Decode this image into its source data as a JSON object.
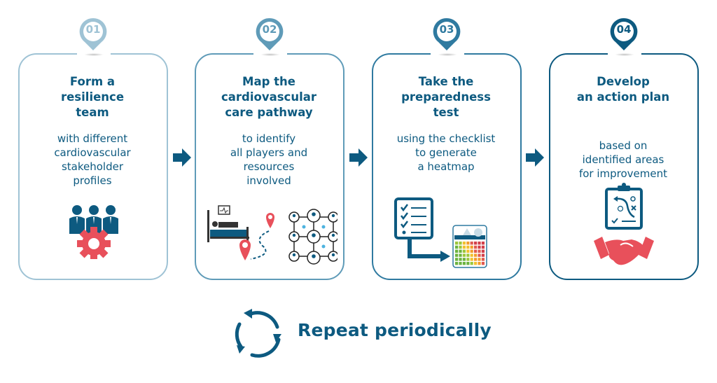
{
  "colors": {
    "primary": "#0d5a80",
    "accent_red": "#e8505b",
    "pin_1": "#9fc3d5",
    "pin_2": "#5f9bb8",
    "pin_3": "#2f7aa0",
    "pin_4": "#0d5a80",
    "border_1": "#9fc3d5",
    "border_2": "#5f9bb8",
    "border_3": "#2f7aa0",
    "border_4": "#0d5a80"
  },
  "steps": [
    {
      "number": "01",
      "title_lines": [
        "Form a",
        "resilience",
        "team"
      ],
      "desc_lines": [
        "with different",
        "cardiovascular",
        "stakeholder",
        "profiles"
      ],
      "icon": "team-gear-icon"
    },
    {
      "number": "02",
      "title_lines": [
        "Map the",
        "cardiovascular",
        "care pathway"
      ],
      "desc_lines": [
        "to identify",
        "all players and",
        "resources",
        "involved"
      ],
      "icon": "care-pathway-network-icon"
    },
    {
      "number": "03",
      "title_lines": [
        "Take the",
        "preparedness",
        "test"
      ],
      "desc_lines": [
        "using the checklist",
        "to generate",
        "a heatmap"
      ],
      "icon": "checklist-heatmap-icon"
    },
    {
      "number": "04",
      "title_lines": [
        "Develop",
        "an action plan"
      ],
      "desc_lines": [
        "based on",
        "identified areas",
        "for improvement"
      ],
      "icon": "clipboard-handshake-icon"
    }
  ],
  "footer": {
    "label": "Repeat periodically",
    "icon": "cycle-arrows-icon"
  }
}
